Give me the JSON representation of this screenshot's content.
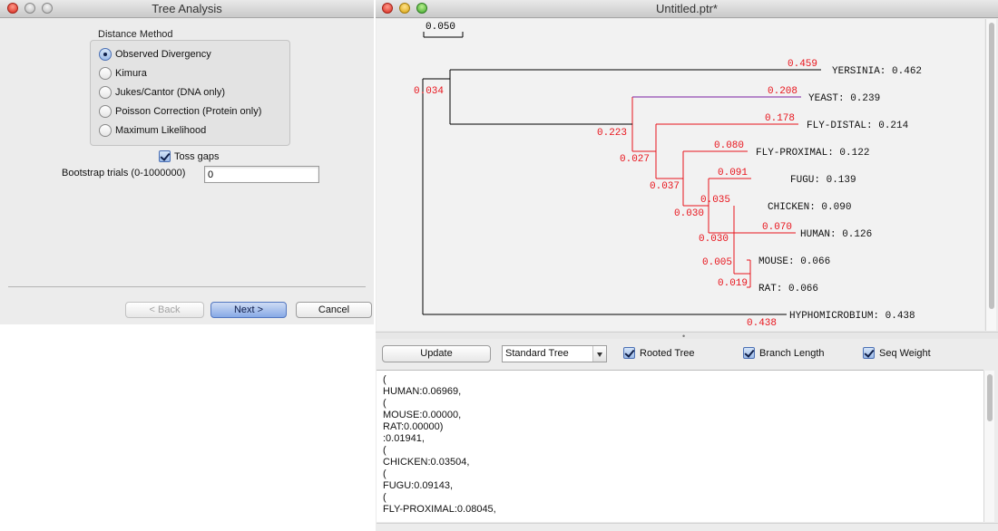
{
  "dialog": {
    "title": "Tree Analysis",
    "distance_method_label": "Distance Method",
    "methods": [
      {
        "label": "Observed Divergency",
        "selected": true
      },
      {
        "label": "Kimura",
        "selected": false
      },
      {
        "label": "Jukes/Cantor (DNA only)",
        "selected": false
      },
      {
        "label": "Poisson Correction (Protein only)",
        "selected": false
      },
      {
        "label": "Maximum Likelihood",
        "selected": false
      }
    ],
    "toss_gaps": {
      "label": "Toss gaps",
      "checked": true
    },
    "bootstrap": {
      "label": "Bootstrap trials (0-1000000)",
      "value": "0"
    },
    "buttons": {
      "back": "< Back",
      "next": "Next >",
      "cancel": "Cancel"
    }
  },
  "document": {
    "title": "Untitled.ptr*",
    "scale_label": "0.050",
    "tree": {
      "leaves": [
        {
          "name": "YERSINIA: 0.462",
          "branch_label": "0.459",
          "color": "#000000"
        },
        {
          "name": "YEAST: 0.239",
          "branch_label": "0.208",
          "color": "#7a1fa2"
        },
        {
          "name": "FLY-DISTAL: 0.214",
          "branch_label": "0.178",
          "color": "#e8141c"
        },
        {
          "name": "FLY-PROXIMAL: 0.122",
          "branch_label": "0.080",
          "color": "#e8141c"
        },
        {
          "name": "FUGU: 0.139",
          "branch_label": "0.091",
          "color": "#e8141c"
        },
        {
          "name": "CHICKEN: 0.090",
          "branch_label": "0.035",
          "color": "#e8141c"
        },
        {
          "name": "HUMAN: 0.126",
          "branch_label": "0.070",
          "color": "#e8141c"
        },
        {
          "name": "MOUSE: 0.066",
          "branch_label": "",
          "color": "#e8141c"
        },
        {
          "name": "RAT: 0.066",
          "branch_label": "",
          "color": "#e8141c"
        },
        {
          "name": "HYPHOMICROBIUM: 0.438",
          "branch_label": "0.438",
          "color": "#000000"
        }
      ],
      "internal_labels": [
        "0.034",
        "0.223",
        "0.027",
        "0.037",
        "0.030",
        "0.030",
        "0.005",
        "0.019"
      ],
      "label_color": "#e8141c"
    },
    "toolbar": {
      "update": "Update",
      "tree_type": "Standard Tree",
      "rooted": {
        "label": "Rooted Tree",
        "checked": true
      },
      "branch_length": {
        "label": "Branch Length",
        "checked": true
      },
      "seq_weight": {
        "label": "Seq Weight",
        "checked": true
      }
    },
    "newick_lines": [
      "(",
      "HUMAN:0.06969,",
      "(",
      "MOUSE:0.00000,",
      "RAT:0.00000)",
      ":0.01941,",
      "(",
      "CHICKEN:0.03504,",
      "(",
      "FUGU:0.09143,",
      "(",
      "FLY-PROXIMAL:0.08045,"
    ]
  }
}
